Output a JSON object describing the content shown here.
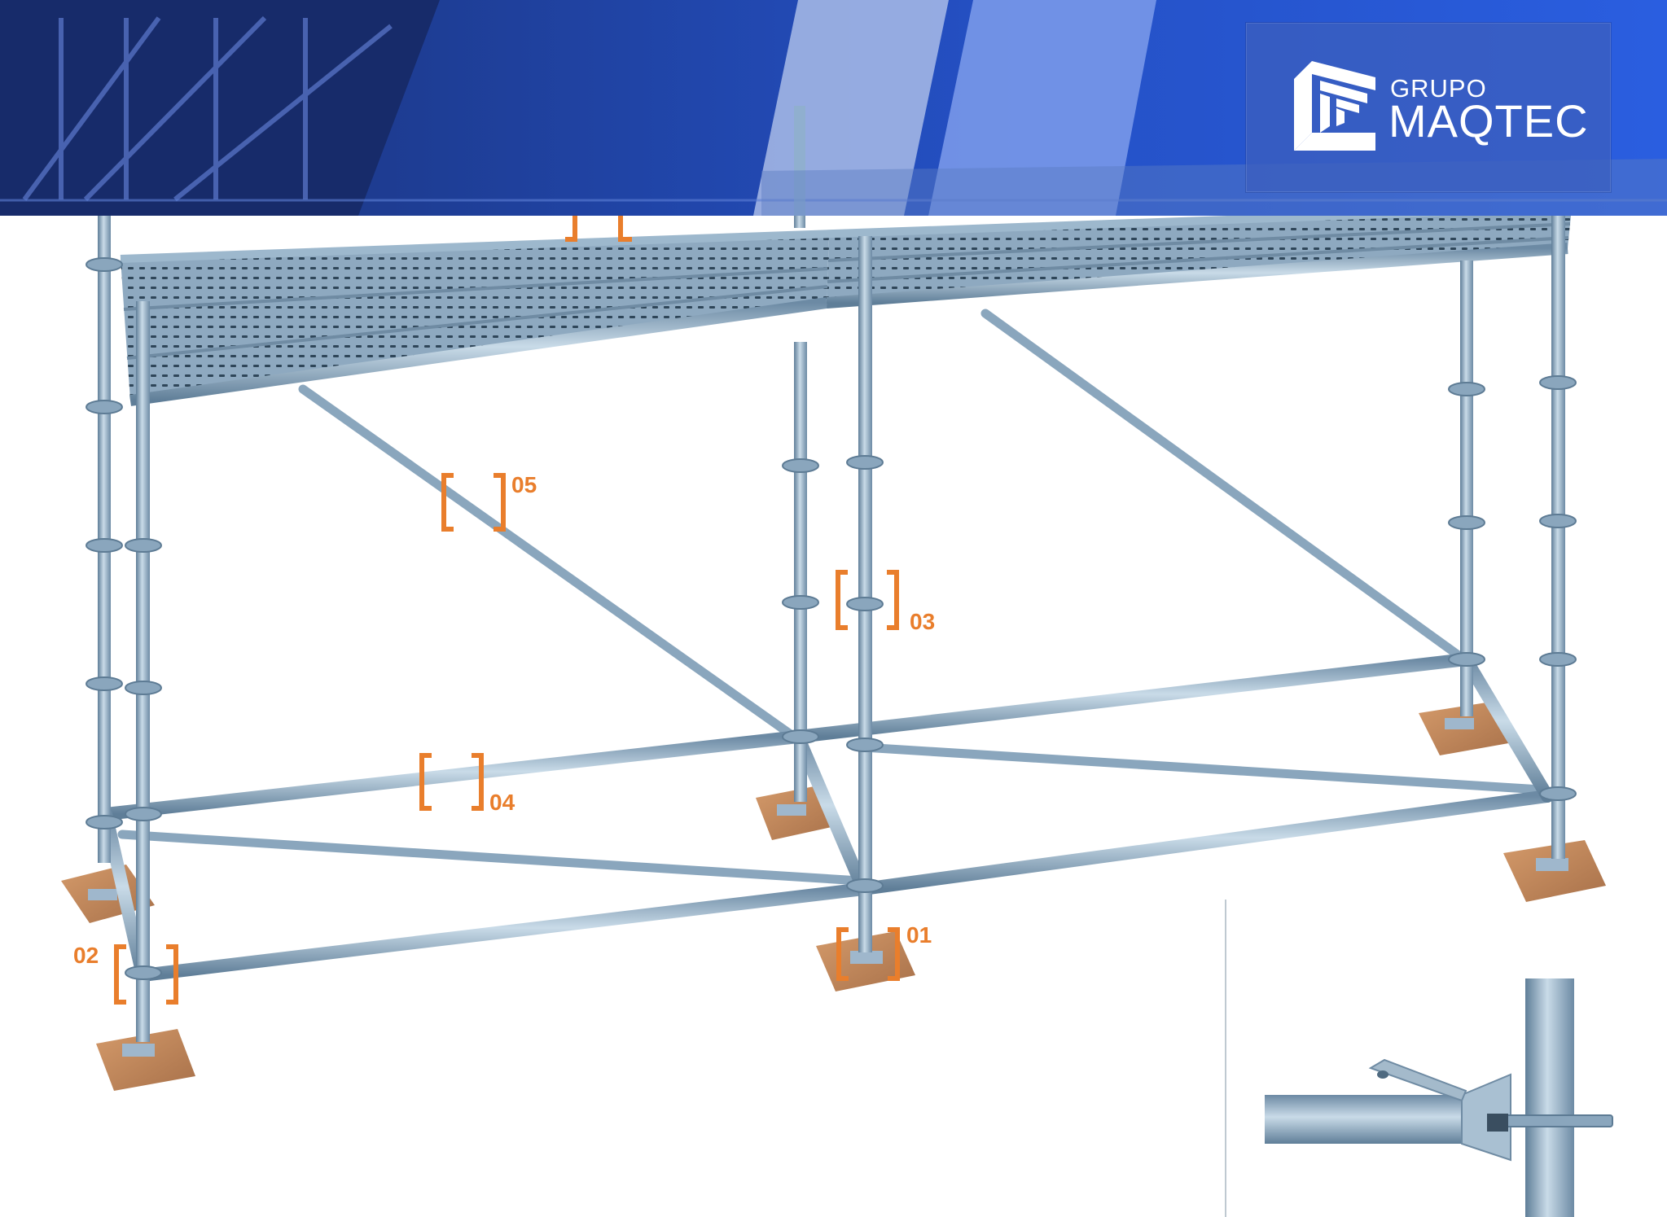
{
  "brand": {
    "line1": "GRUPO",
    "line2": "MAQTEC",
    "logo_icon": "maqtec-logo-icon"
  },
  "colors": {
    "header_dark": "#1b3377",
    "header_light": "#2a5ee0",
    "callout": "#e97e2c",
    "steel": "#8fb0c8",
    "wood": "#c2875a"
  },
  "callouts": [
    {
      "id": "01",
      "label": "01"
    },
    {
      "id": "02",
      "label": "02"
    },
    {
      "id": "03",
      "label": "03"
    },
    {
      "id": "04",
      "label": "04"
    },
    {
      "id": "05",
      "label": "05"
    }
  ]
}
